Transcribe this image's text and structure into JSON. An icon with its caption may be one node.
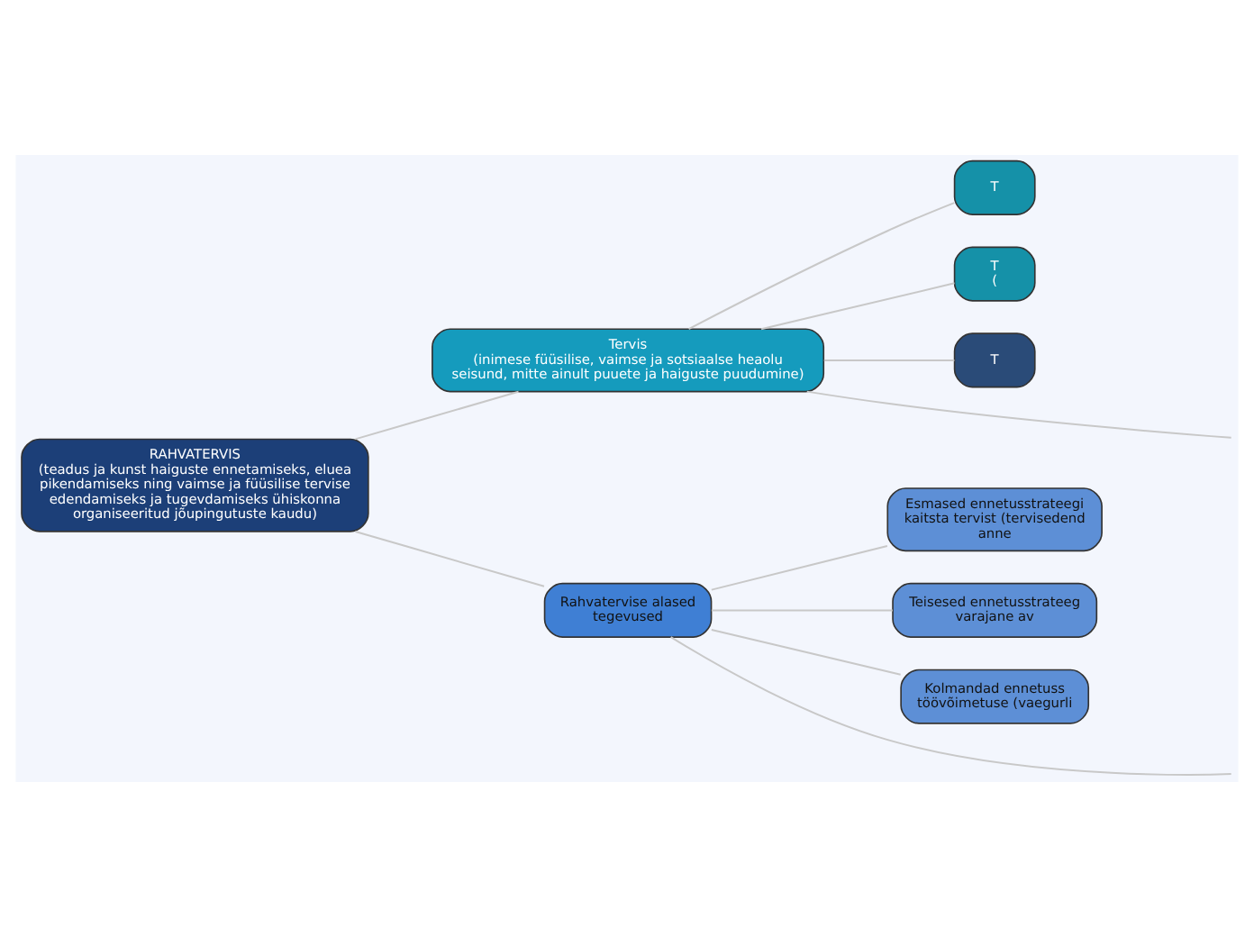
{
  "diagram": {
    "nodes": [
      {
        "text": [
          "RAHVATERVIS",
          "(teadus ja kunst haiguste ennetamiseks, eluea pikendamiseks ning vaimse ja füüsilise tervise edendamiseks ja tugevdamiseks ühiskonna organiseeritud jõupingutuste kaudu)"
        ]
      },
      {
        "text": [
          "Tervis",
          "(inimese füüsilise, vaimse ja sotsiaalse heaolu seisund, mitte ainult puuete ja haiguste puudumine)"
        ]
      },
      {
        "text": [
          "T"
        ]
      },
      {
        "text": [
          "T",
          "("
        ]
      },
      {
        "text": [
          "T"
        ]
      },
      {
        "text": [
          "Rahvatervise alased tegevused"
        ]
      },
      {
        "text": [
          "Esmased ennetusstrateegi kaitsta tervist (tervisedend anne"
        ]
      },
      {
        "text": [
          "Teisesed ennetusstrateeg varajane av"
        ]
      },
      {
        "text": [
          "Kolmandad ennetuss töövõimetuse (vaegurli"
        ]
      }
    ],
    "edges": [
      {
        "from": 0,
        "to": 1,
        "arrow": "none"
      },
      {
        "from": 0,
        "to": 5,
        "arrow": "none"
      },
      {
        "from": 1,
        "to": null,
        "arrow": "none"
      },
      {
        "from": 1,
        "to": 2,
        "arrow": "none"
      },
      {
        "from": 1,
        "to": 3,
        "arrow": "none"
      },
      {
        "from": 1,
        "to": 4,
        "arrow": "none"
      },
      {
        "from": 5,
        "to": 6,
        "arrow": "none"
      },
      {
        "from": 5,
        "to": 7,
        "arrow": "none"
      },
      {
        "from": 5,
        "to": 8,
        "arrow": "none"
      },
      {
        "from": 5,
        "to": null,
        "arrow": "none"
      }
    ]
  }
}
